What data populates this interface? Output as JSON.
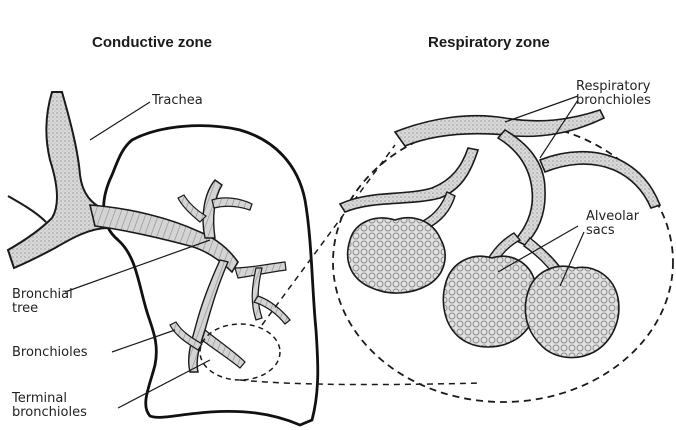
{
  "headings": {
    "conductive": "Conductive zone",
    "respiratory": "Respiratory zone"
  },
  "labels": {
    "trachea": "Trachea",
    "bronchial_tree": [
      "Bronchial",
      "tree"
    ],
    "bronchioles": "Bronchioles",
    "terminal_bronchioles": [
      "Terminal",
      "bronchioles"
    ],
    "respiratory_bronchioles": [
      "Respiratory",
      "bronchioles"
    ],
    "alveolar_sacs": [
      "Alveolar",
      "sacs"
    ]
  },
  "colors": {
    "line": "#1a1a1a",
    "airway_fill": "#c9c9c9",
    "alveoli_fill": "#d6d6d6",
    "background": "#ffffff"
  }
}
